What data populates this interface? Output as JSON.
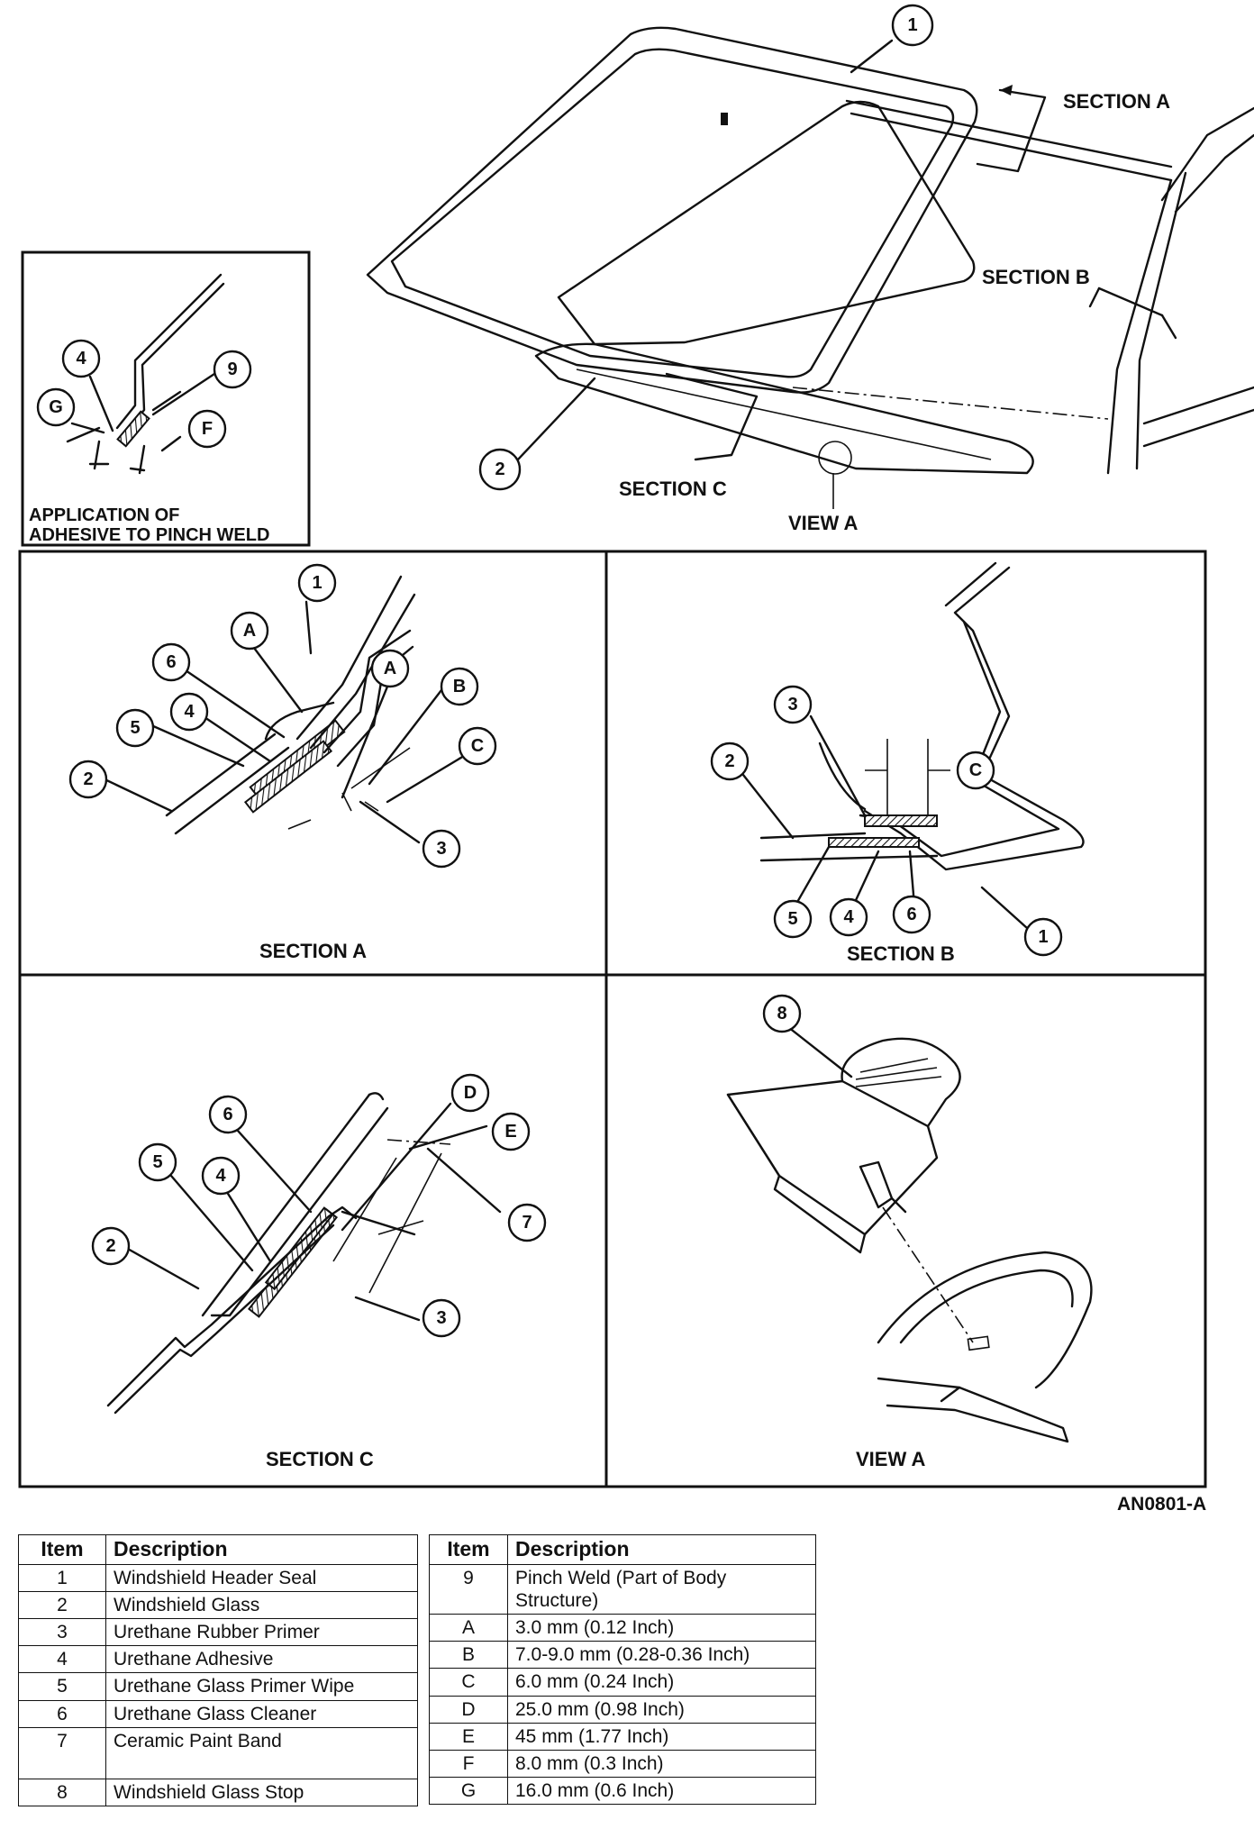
{
  "labels": {
    "section_a": "SECTION A",
    "section_b": "SECTION B",
    "section_c": "SECTION C",
    "view_a": "VIEW A",
    "inset_line1": "APPLICATION OF",
    "inset_line2": "ADHESIVE TO PINCH WELD",
    "figure_code": "AN0801-A"
  },
  "callouts": {
    "n1": "1",
    "n2": "2",
    "n3": "3",
    "n4": "4",
    "n5": "5",
    "n6": "6",
    "n7": "7",
    "n8": "8",
    "n9": "9",
    "A": "A",
    "B": "B",
    "C": "C",
    "D": "D",
    "E": "E",
    "F": "F",
    "G": "G"
  },
  "legend_left": {
    "header_item": "Item",
    "header_desc": "Description",
    "rows": [
      {
        "item": "1",
        "desc": "Windshield Header Seal"
      },
      {
        "item": "2",
        "desc": "Windshield Glass"
      },
      {
        "item": "3",
        "desc": "Urethane Rubber Primer"
      },
      {
        "item": "4",
        "desc": "Urethane Adhesive"
      },
      {
        "item": "5",
        "desc": "Urethane Glass Primer Wipe"
      },
      {
        "item": "6",
        "desc": "Urethane Glass Cleaner"
      },
      {
        "item": "7",
        "desc": "Ceramic Paint Band"
      },
      {
        "item": "8",
        "desc": "Windshield Glass Stop"
      }
    ]
  },
  "legend_right": {
    "header_item": "Item",
    "header_desc": "Description",
    "rows": [
      {
        "item": "9",
        "desc": "Pinch Weld (Part of Body Structure)"
      },
      {
        "item": "A",
        "desc": "3.0 mm (0.12 Inch)"
      },
      {
        "item": "B",
        "desc": "7.0-9.0 mm (0.28-0.36 Inch)"
      },
      {
        "item": "C",
        "desc": "6.0 mm (0.24 Inch)"
      },
      {
        "item": "D",
        "desc": "25.0 mm (0.98 Inch)"
      },
      {
        "item": "E",
        "desc": "45 mm (1.77 Inch)"
      },
      {
        "item": "F",
        "desc": "8.0 mm (0.3 Inch)"
      },
      {
        "item": "G",
        "desc": "16.0 mm (0.6 Inch)"
      }
    ]
  }
}
